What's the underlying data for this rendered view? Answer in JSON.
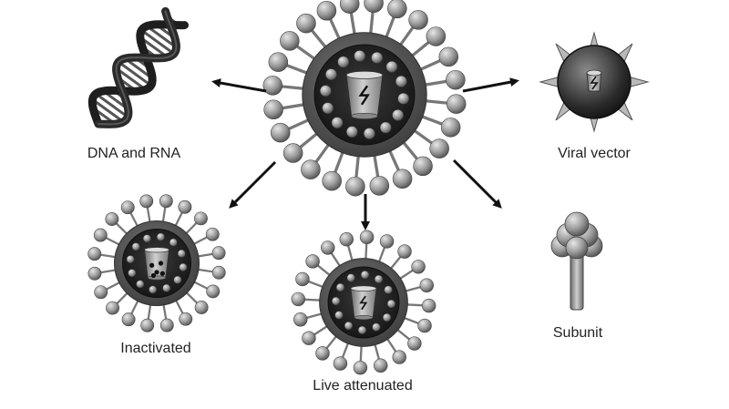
{
  "labels": {
    "dna_rna": "DNA and RNA",
    "viral_vector": "Viral vector",
    "inactivated": "Inactivated",
    "live_attenuated": "Live attenuated",
    "subunit": "Subunit"
  },
  "colors": {
    "background": "#ffffff",
    "text": "#222222",
    "arrow": "#111111",
    "spike_light": "#d8d8d8",
    "spike_dark": "#6a6a6a",
    "envelope": "#5a5a5a",
    "core_dark": "#1e1e1e"
  }
}
